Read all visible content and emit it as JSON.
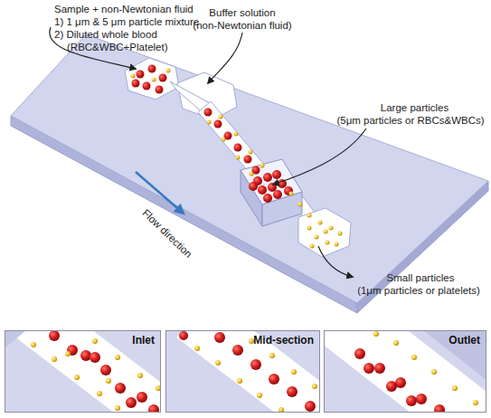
{
  "diagram": {
    "nodes": [
      {
        "text": [
          "Inlet"
        ]
      },
      {
        "text": [
          "Mid-section"
        ]
      },
      {
        "text": [
          "Outlet"
        ]
      }
    ],
    "labels": [
      "Sample + non-Newtonian fluid",
      "1) 1 μm & 5 μm particle mixture",
      "2) Diluted whole blood (RBC&WBC+Platelet)",
      "Buffer solution",
      "(non-Newtonian fluid)",
      "Large particles",
      "(5μm particles or RBCs&WBCs)",
      "Small particles",
      "(1μm particles or platelets)",
      "Flow direction"
    ]
  }
}
